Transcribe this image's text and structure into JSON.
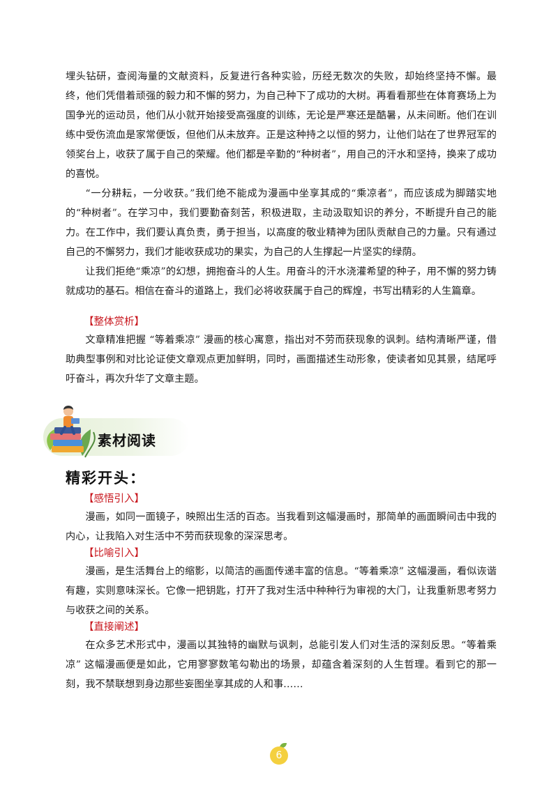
{
  "top_paragraphs": [
    "埋头钻研，查阅海量的文献资料，反复进行各种实验，历经无数次的失败，却始终坚持不懈。最终，他们凭借着顽强的毅力和不懈的努力，为自己种下了成功的大树。再看看那些在体育赛场上为国争光的运动员，他们从小就开始接受高强度的训练，无论是严寒还是酷暑，从未间断。他们在训练中受伤流血是家常便饭，但他们从未放弃。正是这种持之以恒的努力，让他们站在了世界冠军的领奖台上，收获了属于自己的荣耀。他们都是辛勤的“种树者”，用自己的汗水和坚持，换来了成功的喜悦。",
    "“一分耕耘，一分收获。”我们绝不能成为漫画中坐享其成的“乘凉者”，而应该成为脚踏实地的“种树者”。在学习中，我们要勤奋刻苦，积极进取，主动汲取知识的养分，不断提升自己的能力。在工作中，我们要认真负责，勇于担当，以高度的敬业精神为团队贡献自己的力量。只有通过自己的不懈努力，我们才能收获成功的果实，为自己的人生撑起一片坚实的绿荫。",
    "让我们拒绝“乘凉”的幻想，拥抱奋斗的人生。用奋斗的汗水浇灌希望的种子，用不懈的努力铸就成功的基石。相信在奋斗的道路上，我们必将收获属于自己的辉煌，书写出精彩的人生篇章。"
  ],
  "analysis": {
    "tag": "【整体赏析】",
    "text": "文章精准把握 “等着乘凉” 漫画的核心寓意，指出对不劳而获现象的讽刺。结构清晰严谨，借助典型事例和对比论证使文章观点更加鲜明，同时，画面描述生动形象，使读者如见其景，结尾呼吁奋斗，再次升华了文章主题。"
  },
  "banner": {
    "title": "素材阅读"
  },
  "section": {
    "heading": "精彩开头：",
    "items": [
      {
        "tag": "【感悟引入】",
        "text": "漫画，如同一面镜子，映照出生活的百态。当我看到这幅漫画时，那简单的画面瞬间击中我的内心，让我陷入对生活中不劳而获现象的深深思考。"
      },
      {
        "tag": "【比喻引入】",
        "text": "漫画，是生活舞台上的缩影，以简洁的画面传递丰富的信息。“等着乘凉” 这幅漫画，看似诙谐有趣，实则意味深长。它像一把钥匙，打开了我对生活中种种行为审视的大门，让我重新思考努力与收获之间的关系。"
      },
      {
        "tag": "【直接阐述】",
        "text": "在众多艺术形式中，漫画以其独特的幽默与讽刺，总能引发人们对生活的深刻反思。“等着乘凉” 这幅漫画便是如此，它用寥寥数笔勾勒出的场景，却蕴含着深刻的人生哲理。看到它的那一刻，我不禁联想到身边那些妄图坐享其成的人和事……"
      }
    ]
  },
  "page_number": "6"
}
